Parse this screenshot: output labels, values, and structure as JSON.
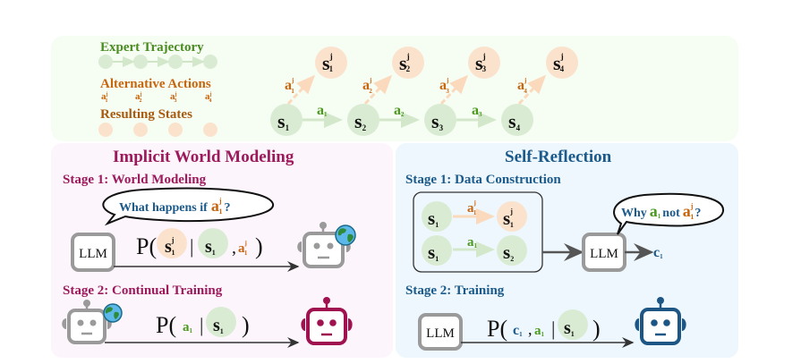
{
  "colors": {
    "expert_green": "#4a8c22",
    "alt_orange": "#c8650f",
    "result_brown": "#a85a10",
    "state_green_fill": "#d9ecd3",
    "state_orange_fill": "#fbe2cc",
    "iwm_purple": "#9c1a5c",
    "sr_blue": "#1b5a8a",
    "top_panel_bg": "#f6fdf2",
    "left_panel_bg": "#fdf5fc",
    "right_panel_bg": "#eef7fd",
    "robot_gray": "#9a9a9a",
    "robot_purple": "#a0124f",
    "robot_blue": "#1d5685"
  },
  "legend": {
    "expert_trajectory": "Expert Trajectory",
    "alternative_actions": "Alternative Actions",
    "resulting_states": "Resulting States",
    "alt_action_labels": [
      "a",
      "a",
      "a",
      "a"
    ],
    "alt_action_subs": [
      "1",
      "2",
      "3",
      "4"
    ],
    "alt_action_sup": "j"
  },
  "trajectory": {
    "state_symbol": "s",
    "action_symbol": "a",
    "sup": "j",
    "states": [
      "1",
      "2",
      "3",
      "4"
    ],
    "actions": [
      "1",
      "2",
      "3"
    ],
    "alt_states": [
      "1",
      "2",
      "3",
      "4"
    ],
    "alt_actions": [
      "1",
      "2",
      "3",
      "4"
    ]
  },
  "implicit_world_modeling": {
    "title": "Implicit World Modeling",
    "stage1_title": "Stage 1: World Modeling",
    "bubble_text": "What happens if",
    "bubble_q": "?",
    "llm_label": "LLM",
    "formula_p": "P(",
    "formula_bar": "|",
    "formula_comma": ",",
    "formula_close": ")",
    "stage2_title": "Stage 2: Continual Training"
  },
  "self_reflection": {
    "title": "Self-Reflection",
    "stage1_title": "Stage 1: Data Construction",
    "bubble_why": "Why",
    "bubble_not": "not",
    "bubble_q": "?",
    "llm_label": "LLM",
    "output_symbol": "c",
    "output_sub": "1",
    "stage2_title": "Stage 2: Training",
    "formula_p": "P(",
    "formula_comma": ",",
    "formula_bar": "|",
    "formula_close": ")"
  }
}
